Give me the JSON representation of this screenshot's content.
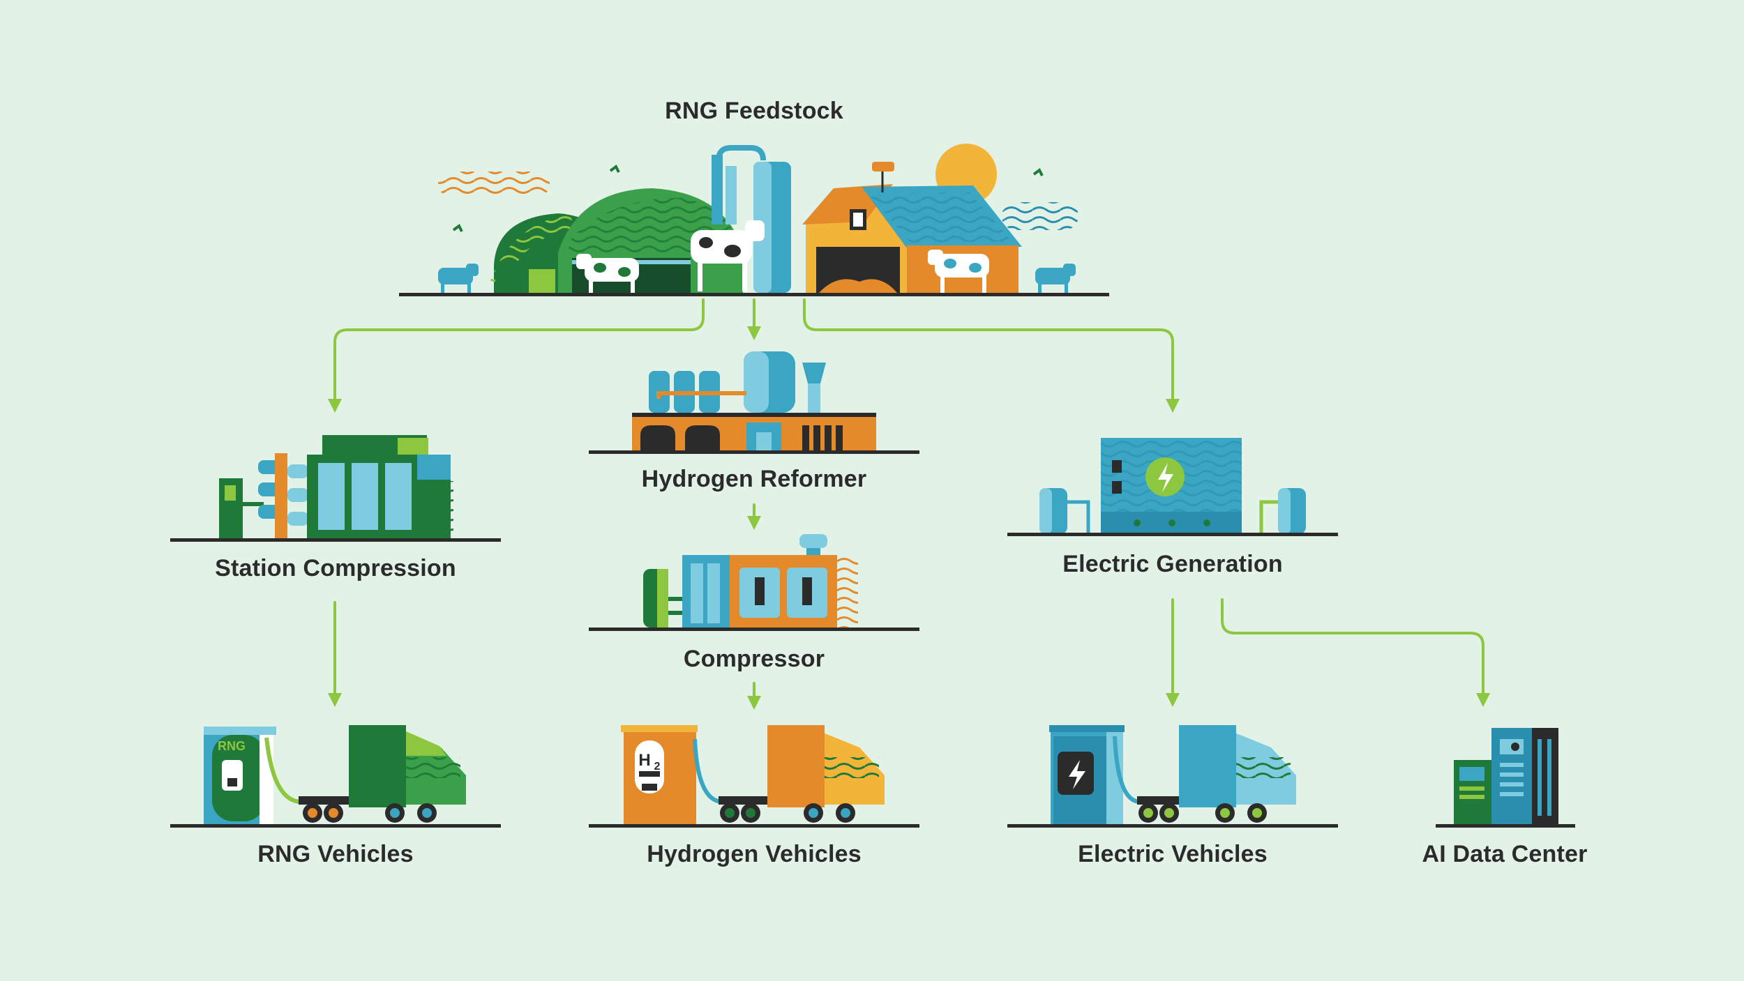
{
  "colors": {
    "background": "#e3f2e6",
    "connector": "#8dc63f",
    "ground": "#2b2b2b",
    "dark_green": "#1f7a3a",
    "mid_green": "#3aa04a",
    "lime": "#8dc63f",
    "blue": "#3aa6c4",
    "light_blue": "#7fcbe0",
    "orange": "#e58a2b",
    "yellow": "#f2b53a"
  },
  "nodes": {
    "feedstock": {
      "label": "RNG Feedstock",
      "icon": "farm-barn-digester-icon"
    },
    "station_compression": {
      "label": "Station Compression",
      "icon": "compression-station-icon"
    },
    "hydrogen_reformer": {
      "label": "Hydrogen Reformer",
      "icon": "reformer-plant-icon"
    },
    "compressor": {
      "label": "Compressor",
      "icon": "compressor-unit-icon"
    },
    "electric_generation": {
      "label": "Electric Generation",
      "icon": "generator-icon"
    },
    "rng_vehicles": {
      "label": "RNG Vehicles",
      "icon": "rng-truck-icon",
      "pump_label": "RNG"
    },
    "hydrogen_vehicles": {
      "label": "Hydrogen Vehicles",
      "icon": "hydrogen-truck-icon",
      "pump_label": "H",
      "pump_sub": "2"
    },
    "electric_vehicles": {
      "label": "Electric Vehicles",
      "icon": "electric-truck-icon"
    },
    "ai_data_center": {
      "label": "AI Data Center",
      "icon": "server-rack-icon"
    }
  },
  "edges": [
    {
      "from": "feedstock",
      "to": "station_compression"
    },
    {
      "from": "feedstock",
      "to": "hydrogen_reformer"
    },
    {
      "from": "feedstock",
      "to": "electric_generation"
    },
    {
      "from": "hydrogen_reformer",
      "to": "compressor"
    },
    {
      "from": "station_compression",
      "to": "rng_vehicles"
    },
    {
      "from": "compressor",
      "to": "hydrogen_vehicles"
    },
    {
      "from": "electric_generation",
      "to": "electric_vehicles"
    },
    {
      "from": "electric_generation",
      "to": "ai_data_center"
    }
  ]
}
